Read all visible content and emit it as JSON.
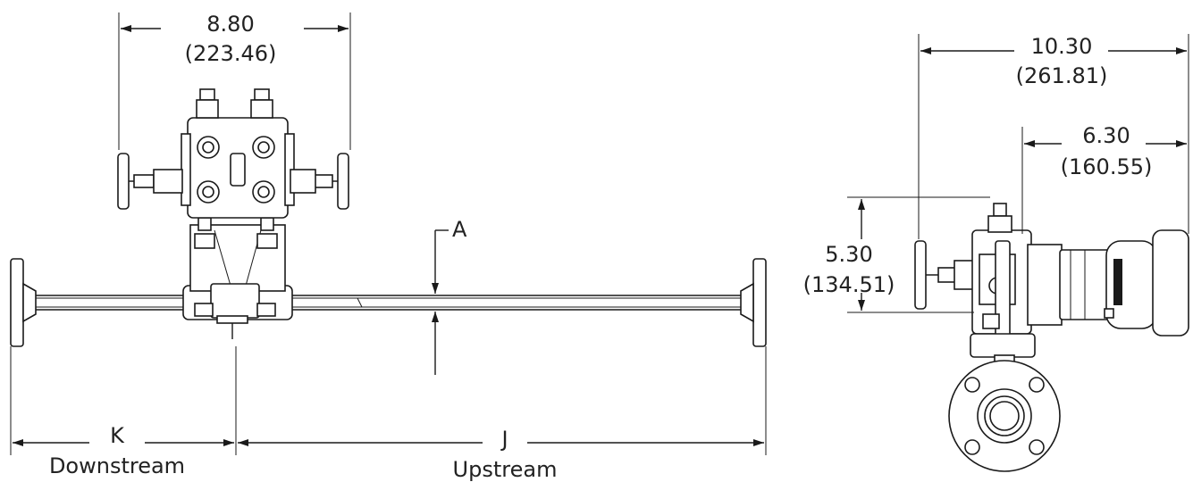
{
  "diagram": {
    "dimensions": {
      "manifold_width": {
        "inches": "8.80",
        "mm": "(223.46)"
      },
      "overall_depth": {
        "inches": "10.30",
        "mm": "(261.81)"
      },
      "transmitter_depth": {
        "inches": "6.30",
        "mm": "(160.55)"
      },
      "height": {
        "inches": "5.30",
        "mm": "(134.51)"
      }
    },
    "labels": {
      "a": "A",
      "k": "K",
      "downstream": "Downstream",
      "j": "J",
      "upstream": "Upstream"
    }
  }
}
